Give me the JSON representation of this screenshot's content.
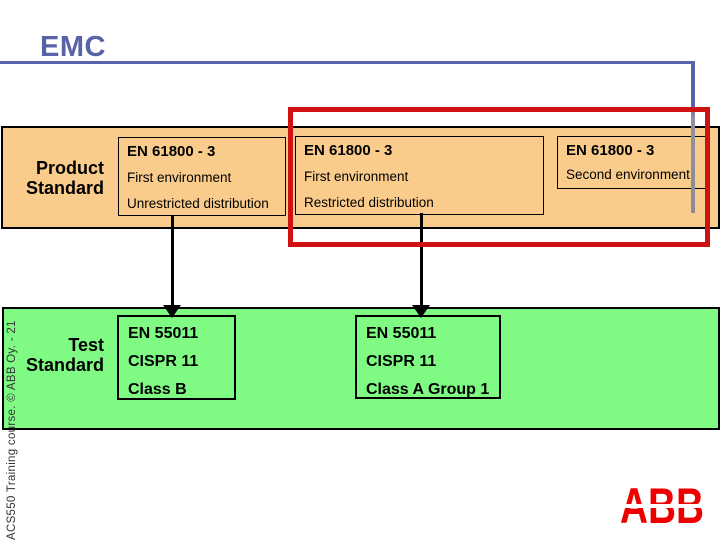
{
  "page": {
    "title": "EMC"
  },
  "colors": {
    "accent_blue": "#5663A9",
    "band_orange": "#FACC8C",
    "band_green": "#7FFB84",
    "highlight_red": "#CF1212",
    "logo_red": "#EE0000"
  },
  "product_row": {
    "label": "Product Standard",
    "boxes": [
      {
        "title": "EN 61800 - 3",
        "lines": [
          "First environment",
          "Unrestricted distribution"
        ]
      },
      {
        "title": "EN 61800 - 3",
        "lines": [
          "First environment",
          "Restricted distribution"
        ]
      },
      {
        "title": "EN 61800 - 3",
        "lines": [
          "Second environment"
        ]
      }
    ]
  },
  "test_row": {
    "label": "Test Standard",
    "boxes": [
      {
        "lines": [
          "EN 55011",
          "CISPR 11",
          "Class B"
        ]
      },
      {
        "lines": [
          "EN 55011",
          "CISPR 11",
          "Class A Group 1"
        ]
      }
    ]
  },
  "footer": {
    "vertical_note": "ACS550 Training course. © ABB Oy.  - 21",
    "logo_text": "ABB"
  }
}
